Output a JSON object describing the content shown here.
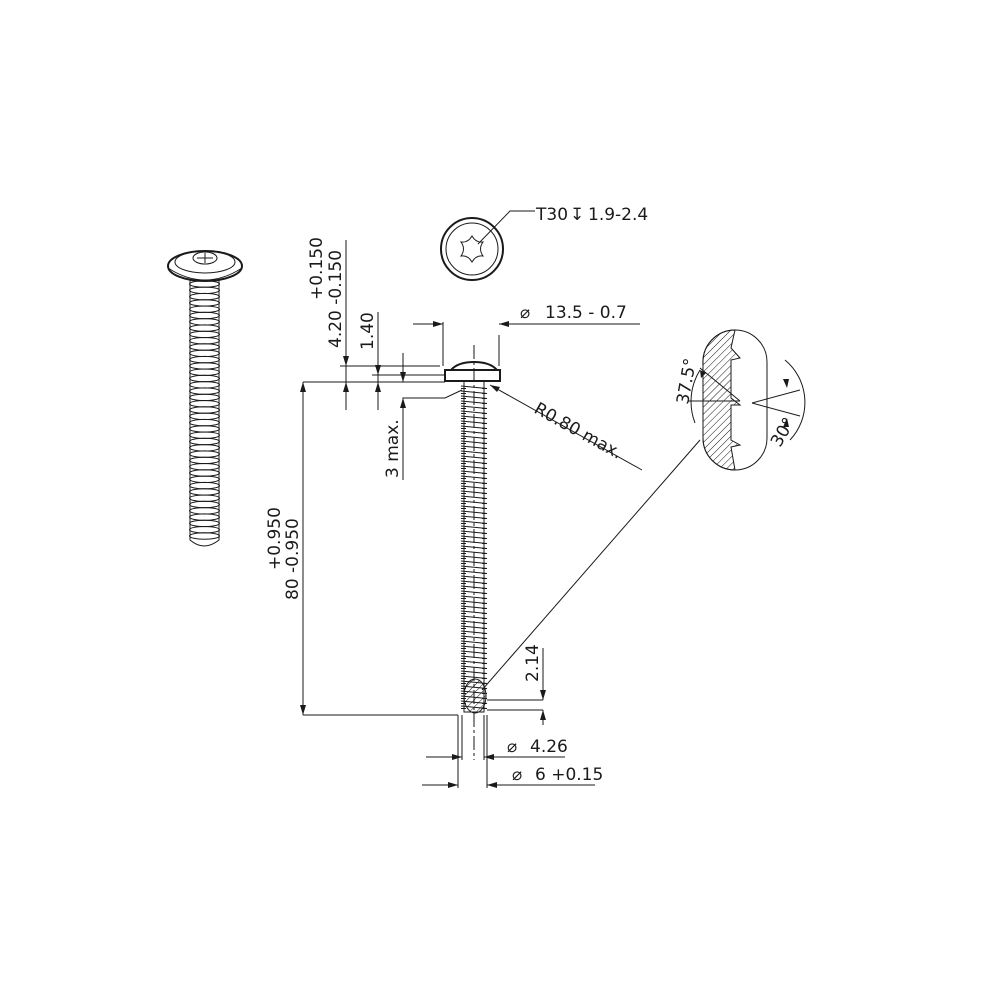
{
  "drawing": {
    "drive": {
      "type": "T30",
      "depth_symbol": "↧",
      "depth": "1.9-2.4"
    },
    "head_diameter": {
      "symbol": "⌀",
      "value": "13.5 - 0.7"
    },
    "head_height": {
      "nominal": "4.20 -0.150",
      "upper_tol": "+0.150"
    },
    "washer_height": "1.40",
    "underhead": "3 max.",
    "underhead_radius": "R0.80 max.",
    "length": {
      "nominal": "80 -0.950",
      "upper_tol": "+0.950"
    },
    "tip_length": "2.14",
    "core_diameter": {
      "symbol": "⌀",
      "value": "4.26"
    },
    "thread_diameter": {
      "symbol": "⌀",
      "value": "6 +0.15"
    },
    "thread_detail": {
      "flank_angle": "37.5°",
      "tip_angle": "30°"
    }
  }
}
